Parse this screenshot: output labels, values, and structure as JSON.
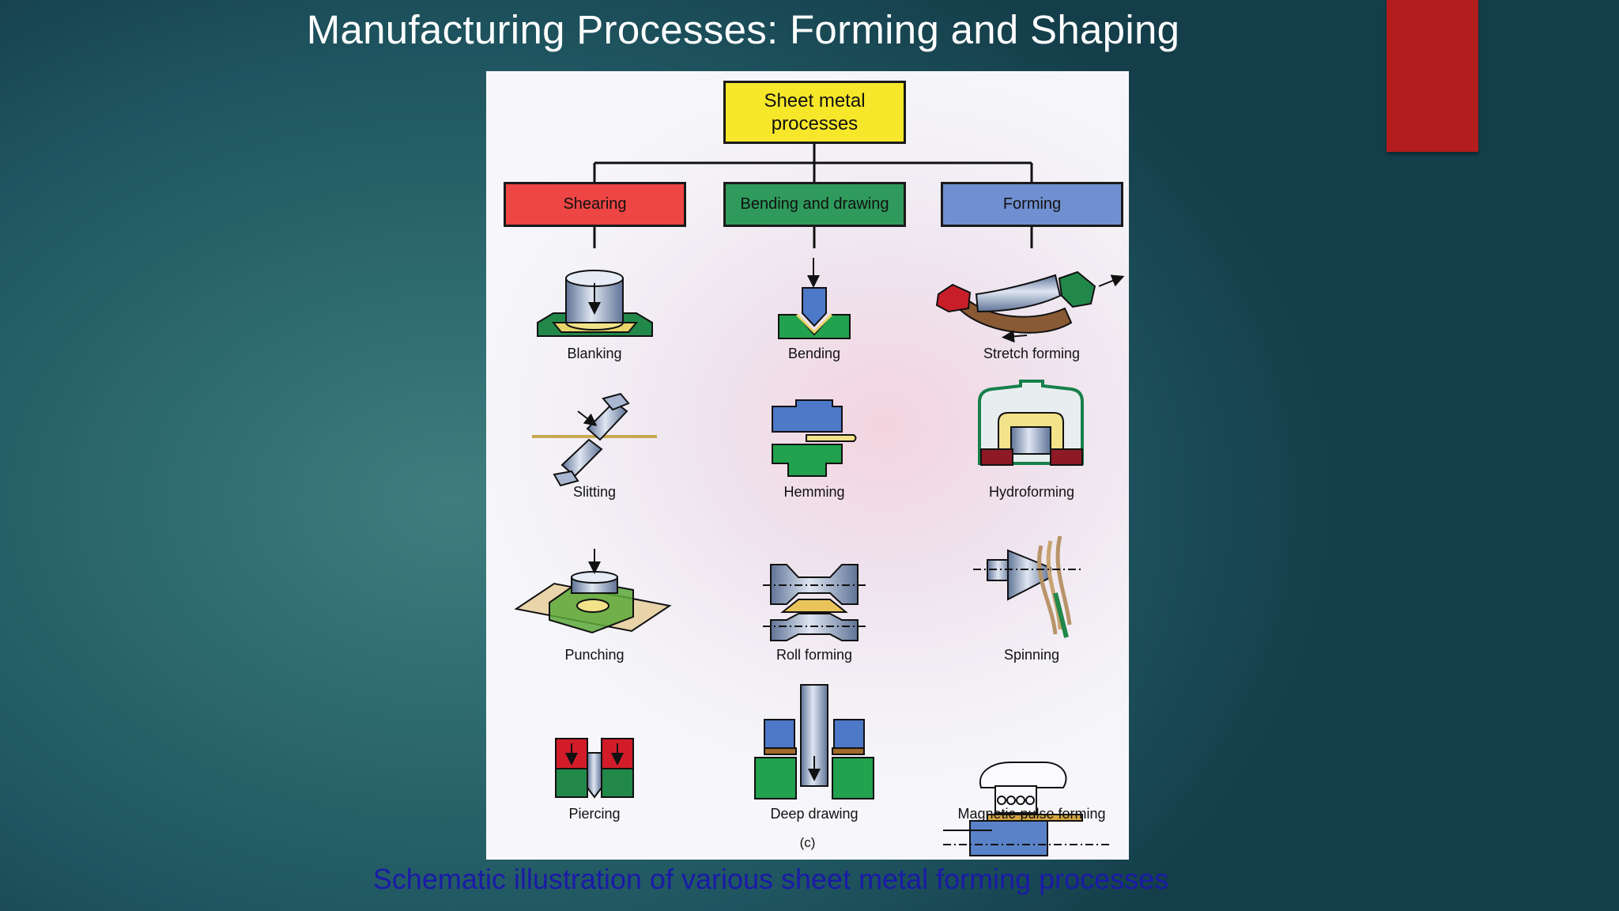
{
  "slide": {
    "title": "Manufacturing Processes:  Forming and Shaping",
    "caption": "Schematic illustration of various sheet metal forming processes"
  },
  "diagram": {
    "root": "Sheet metal processes",
    "figure_label": "(c)",
    "categories": [
      {
        "name": "Shearing",
        "color": "#ee4545",
        "processes": [
          "Blanking",
          "Slitting",
          "Punching",
          "Piercing"
        ]
      },
      {
        "name": "Bending and drawing",
        "color": "#2f9a5c",
        "processes": [
          "Bending",
          "Hemming",
          "Roll forming",
          "Deep drawing"
        ]
      },
      {
        "name": "Forming",
        "color": "#6f8fd0",
        "processes": [
          "Stretch forming",
          "Hydroforming",
          "Spinning",
          "Magnetic-pulse forming"
        ]
      }
    ]
  },
  "colors": {
    "root_box": "#f6e72a",
    "accent_bar": "#b41d1d",
    "caption_text": "#1a1aa8",
    "tool_steel": "#8fa3c4",
    "workpiece": "#d8b860",
    "die_green": "#22884a",
    "clamp_red": "#c81e2a"
  }
}
